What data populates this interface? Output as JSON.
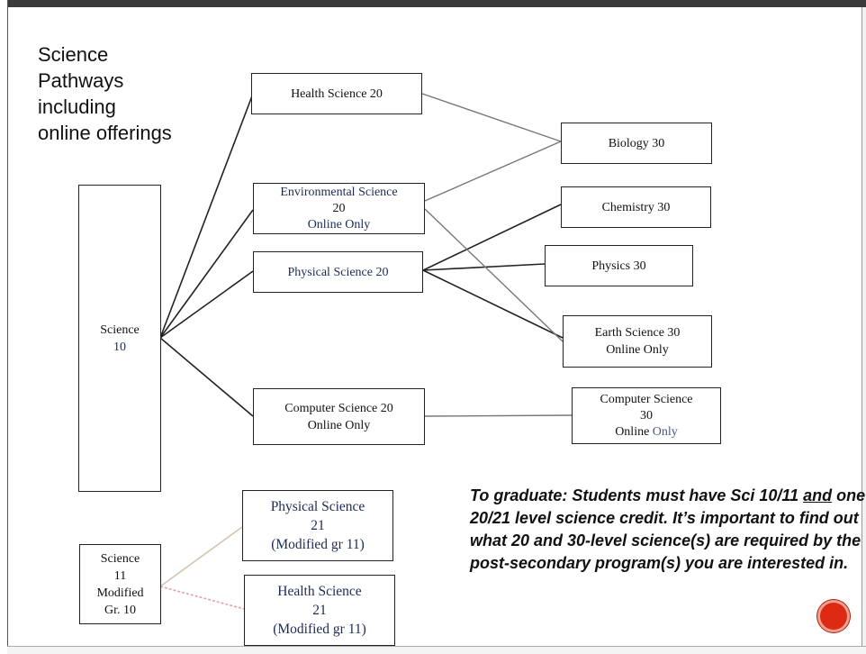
{
  "colors": {
    "frame": "#3a3a3a",
    "accent_dot": "#dd2a14",
    "text_navy": "#1d2a55",
    "modified_line": "#e0a0a8"
  },
  "title": "Science\nPathways\nincluding\nonline offerings",
  "nodes": {
    "science10": {
      "line1": "Science",
      "line2": "10"
    },
    "health20": {
      "line1": "Health Science 20"
    },
    "env20": {
      "line1": "Environmental Science",
      "line2": "20",
      "line3": "Online Only"
    },
    "phys20": {
      "line1": "Physical Science 20"
    },
    "comp20": {
      "line1": "Computer  Science 20",
      "line2": "Online Only"
    },
    "bio30": {
      "line1": "Biology 30"
    },
    "chem30": {
      "line1": "Chemistry 30"
    },
    "phys30": {
      "line1": "Physics 30"
    },
    "earth30": {
      "line1": "Earth Science 30",
      "line2": "Online Only"
    },
    "comp30": {
      "line1": "Computer Science",
      "line2": "30",
      "line3a": "Online ",
      "line3b": "Only"
    },
    "science11": {
      "line1": "Science",
      "line2": "11",
      "line3": "Modified",
      "line4": "Gr. 10"
    },
    "physsci21": {
      "line1": "Physical Science",
      "line2": "21",
      "line3": "(Modified gr 11)"
    },
    "healthsci21": {
      "line1": "Health Science",
      "line2": "21",
      "line3": "(Modified gr 11)"
    }
  },
  "note": {
    "part1": "To graduate: Students must have Sci 10/11 ",
    "underlined": "and",
    "part2": " one 20/21 level science credit. It’s important to find out what 20 and 30-level science(s) are required by the post-secondary program(s) you are interested in."
  }
}
